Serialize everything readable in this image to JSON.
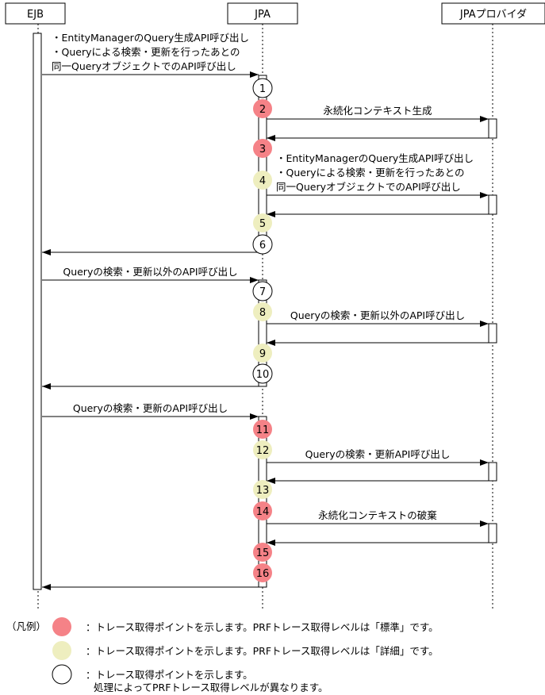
{
  "lifelines": [
    {
      "id": "ejb",
      "label": "EJB"
    },
    {
      "id": "jpa",
      "label": "JPA"
    },
    {
      "id": "provider",
      "label": "JPAプロバイダ"
    }
  ],
  "colors": {
    "standard": "#f58287",
    "detail": "#eeeebf",
    "variable": "#ffffff",
    "stroke": "#000000"
  },
  "messages": [
    {
      "from": "ejb",
      "to": "jpa",
      "lines": [
        "・EntityManagerのQuery生成API呼び出し",
        "・Queryによる検索・更新を行ったあとの",
        "同一QueryオブジェクトでのAPI呼び出し"
      ]
    },
    {
      "from": "jpa",
      "to": "provider",
      "lines": [
        "永続化コンテキスト生成"
      ]
    },
    {
      "from": "provider",
      "to": "jpa",
      "lines": []
    },
    {
      "from": "jpa",
      "to": "provider",
      "lines": [
        "・EntityManagerのQuery生成API呼び出し",
        "・Queryによる検索・更新を行ったあとの",
        "同一QueryオブジェクトでのAPI呼び出し"
      ]
    },
    {
      "from": "provider",
      "to": "jpa",
      "lines": []
    },
    {
      "from": "jpa",
      "to": "ejb",
      "lines": []
    },
    {
      "from": "ejb",
      "to": "jpa",
      "lines": [
        "Queryの検索・更新以外のAPI呼び出し"
      ]
    },
    {
      "from": "jpa",
      "to": "provider",
      "lines": [
        "Queryの検索・更新以外のAPI呼び出し"
      ]
    },
    {
      "from": "provider",
      "to": "jpa",
      "lines": []
    },
    {
      "from": "jpa",
      "to": "ejb",
      "lines": []
    },
    {
      "from": "ejb",
      "to": "jpa",
      "lines": [
        "Queryの検索・更新のAPI呼び出し"
      ]
    },
    {
      "from": "jpa",
      "to": "provider",
      "lines": [
        "Queryの検索・更新API呼び出し"
      ]
    },
    {
      "from": "provider",
      "to": "jpa",
      "lines": []
    },
    {
      "from": "jpa",
      "to": "provider",
      "lines": [
        "永続化コンテキストの破棄"
      ]
    },
    {
      "from": "provider",
      "to": "jpa",
      "lines": []
    },
    {
      "from": "jpa",
      "to": "ejb",
      "lines": []
    }
  ],
  "points": [
    {
      "label": "1",
      "level": "variable"
    },
    {
      "label": "2",
      "level": "standard"
    },
    {
      "label": "3",
      "level": "standard"
    },
    {
      "label": "4",
      "level": "detail"
    },
    {
      "label": "5",
      "level": "detail"
    },
    {
      "label": "6",
      "level": "variable"
    },
    {
      "label": "7",
      "level": "variable"
    },
    {
      "label": "8",
      "level": "detail"
    },
    {
      "label": "9",
      "level": "detail"
    },
    {
      "label": "10",
      "level": "variable"
    },
    {
      "label": "11",
      "level": "standard"
    },
    {
      "label": "12",
      "level": "detail"
    },
    {
      "label": "13",
      "level": "detail"
    },
    {
      "label": "14",
      "level": "standard"
    },
    {
      "label": "15",
      "level": "standard"
    },
    {
      "label": "16",
      "level": "standard"
    }
  ],
  "legend": {
    "title": "（凡例）",
    "items": [
      {
        "level": "standard",
        "lines": [
          "：トレース取得ポイントを示します。PRFトレース取得レベルは「標準」です。"
        ]
      },
      {
        "level": "detail",
        "lines": [
          "：トレース取得ポイントを示します。PRFトレース取得レベルは「詳細」です。"
        ]
      },
      {
        "level": "variable",
        "lines": [
          "：トレース取得ポイントを示します。",
          "処理によってPRFトレース取得レベルが異なります。"
        ]
      }
    ]
  }
}
